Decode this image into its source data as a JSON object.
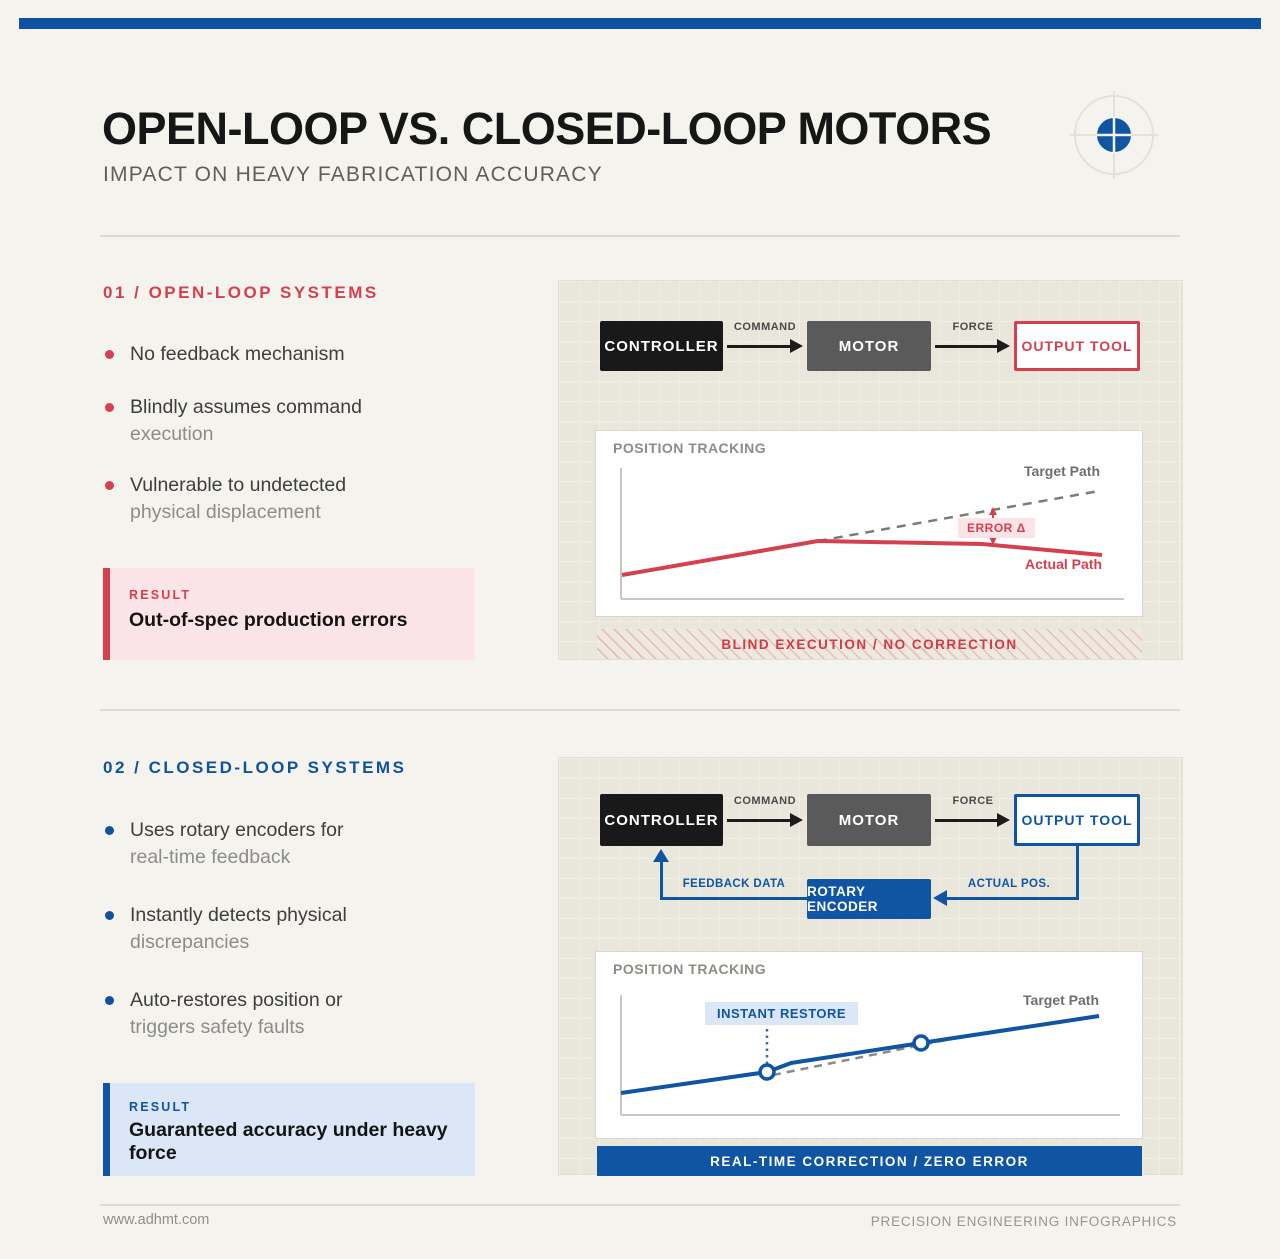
{
  "page": {
    "title": "OPEN-LOOP VS. CLOSED-LOOP MOTORS",
    "subtitle": "IMPACT ON HEAVY FABRICATION ACCURACY",
    "footer_left": "www.adhmt.com",
    "footer_right": "PRECISION ENGINEERING INFOGRAPHICS"
  },
  "colors": {
    "accent_red": "#d5404e",
    "accent_blue": "#0f55a4",
    "top_bar_blue": "#0d51a0",
    "panel_beige": "#e9e6db",
    "pink_bg": "#fbe4e7",
    "light_blue_bg": "#dbe7f6"
  },
  "section1": {
    "header": "01 / OPEN-LOOP SYSTEMS",
    "bullets": [
      {
        "line1": "No feedback mechanism",
        "line2": ""
      },
      {
        "line1": "Blindly assumes command",
        "line2": "execution"
      },
      {
        "line1": "Vulnerable to undetected",
        "line2": "physical displacement"
      }
    ],
    "result_label": "RESULT",
    "result_text": "Out-of-spec production errors",
    "flow": {
      "controller": "CONTROLLER",
      "command": "COMMAND",
      "motor": "MOTOR",
      "force": "FORCE",
      "output": "OUTPUT TOOL"
    },
    "chart": {
      "title": "POSITION TRACKING",
      "target_label": "Target Path",
      "actual_label": "Actual Path",
      "error_label": "ERROR Δ",
      "description": "Actual path diverges downward from rising dashed target path after midpoint; gap marked as error delta"
    },
    "banner": "BLIND EXECUTION / NO CORRECTION"
  },
  "section2": {
    "header": "02 / CLOSED-LOOP SYSTEMS",
    "bullets": [
      {
        "line1": "Uses rotary encoders for",
        "line2": "real-time feedback"
      },
      {
        "line1": "Instantly detects physical",
        "line2": "discrepancies"
      },
      {
        "line1": "Auto-restores position or",
        "line2": "triggers safety faults"
      }
    ],
    "result_label": "RESULT",
    "result_text": "Guaranteed accuracy under heavy force",
    "flow": {
      "controller": "CONTROLLER",
      "command": "COMMAND",
      "motor": "MOTOR",
      "force": "FORCE",
      "output": "OUTPUT TOOL",
      "encoder": "ROTARY ENCODER",
      "feedback": "FEEDBACK DATA",
      "actual_pos": "ACTUAL POS."
    },
    "chart": {
      "title": "POSITION TRACKING",
      "target_label": "Target Path",
      "restore_label": "INSTANT RESTORE",
      "description": "Blue actual path tracks rising target path; brief deviation corrected instantly at marked restore points"
    },
    "banner": "REAL-TIME CORRECTION / ZERO ERROR"
  }
}
